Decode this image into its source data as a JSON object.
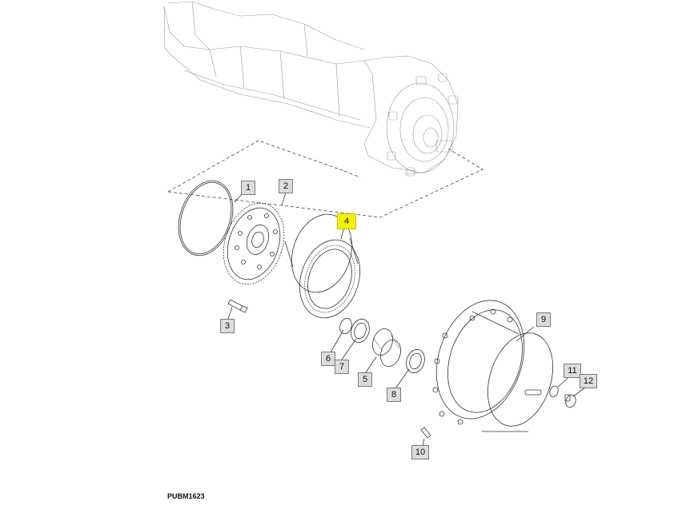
{
  "diagram": {
    "code": "PUBM1623",
    "callouts": [
      {
        "id": "1",
        "label": "1",
        "part": "o-ring",
        "highlighted": false
      },
      {
        "id": "2",
        "label": "2",
        "part": "ring-gear-carrier",
        "highlighted": false
      },
      {
        "id": "3",
        "label": "3",
        "part": "cap-screw",
        "highlighted": false
      },
      {
        "id": "4",
        "label": "4",
        "part": "ring-gear",
        "highlighted": true
      },
      {
        "id": "5",
        "label": "5",
        "part": "planet-pinion",
        "highlighted": false
      },
      {
        "id": "6",
        "label": "6",
        "part": "snap-ring",
        "highlighted": false
      },
      {
        "id": "7",
        "label": "7",
        "part": "bearing",
        "highlighted": false
      },
      {
        "id": "8",
        "label": "8",
        "part": "bearing",
        "highlighted": false
      },
      {
        "id": "9",
        "label": "9",
        "part": "planetary-housing",
        "highlighted": false
      },
      {
        "id": "10",
        "label": "10",
        "part": "cap-screw",
        "highlighted": false
      },
      {
        "id": "11",
        "label": "11",
        "part": "o-ring",
        "highlighted": false
      },
      {
        "id": "12",
        "label": "12",
        "part": "drain-plug",
        "highlighted": false
      }
    ],
    "highlight_color": "#f4f000",
    "callout_color": "#dcdcdc"
  }
}
